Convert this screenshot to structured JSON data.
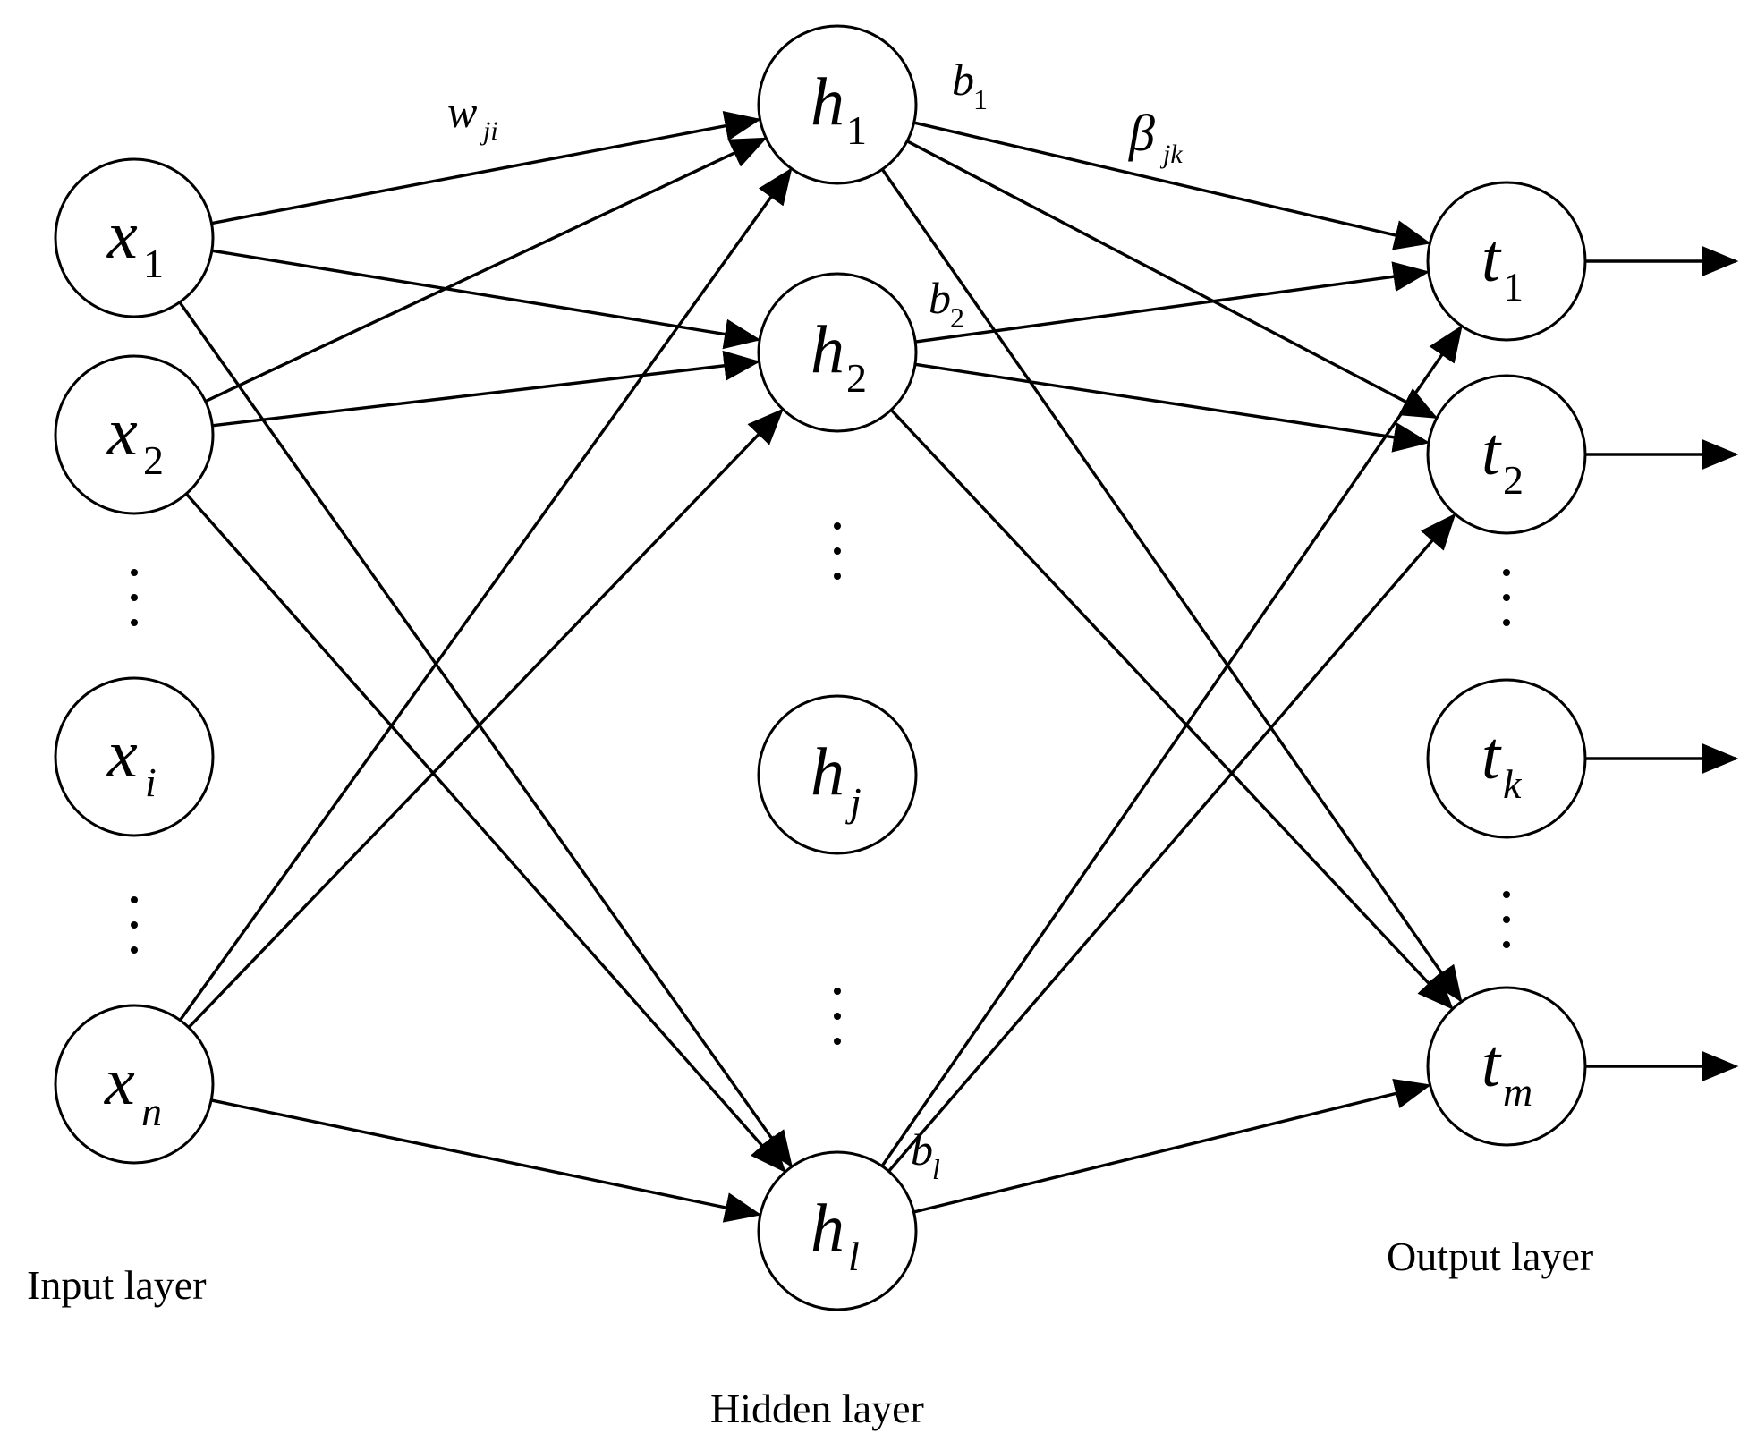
{
  "input_layer": {
    "label": "Input layer",
    "nodes": [
      {
        "symbol": "x",
        "subscript": "1",
        "sub_italic": false
      },
      {
        "symbol": "x",
        "subscript": "2",
        "sub_italic": false
      },
      {
        "symbol": "x",
        "subscript": "i",
        "sub_italic": true
      },
      {
        "symbol": "x",
        "subscript": "n",
        "sub_italic": true
      }
    ]
  },
  "hidden_layer": {
    "label": "Hidden layer",
    "nodes": [
      {
        "symbol": "h",
        "subscript": "1",
        "sub_italic": false
      },
      {
        "symbol": "h",
        "subscript": "2",
        "sub_italic": false
      },
      {
        "symbol": "h",
        "subscript": "j",
        "sub_italic": true
      },
      {
        "symbol": "h",
        "subscript": "l",
        "sub_italic": true
      }
    ],
    "biases": [
      {
        "symbol": "b",
        "subscript": "1"
      },
      {
        "symbol": "b",
        "subscript": "2"
      },
      {
        "symbol": "b",
        "subscript": "l"
      }
    ]
  },
  "output_layer": {
    "label": "Output layer",
    "nodes": [
      {
        "symbol": "t",
        "subscript": "1",
        "sub_italic": false
      },
      {
        "symbol": "t",
        "subscript": "2",
        "sub_italic": false
      },
      {
        "symbol": "t",
        "subscript": "k",
        "sub_italic": true
      },
      {
        "symbol": "t",
        "subscript": "m",
        "sub_italic": true
      }
    ]
  },
  "weights": {
    "input_hidden": {
      "symbol": "w",
      "subscript": "ji"
    },
    "hidden_output": {
      "symbol": "β",
      "subscript": "jk"
    }
  }
}
